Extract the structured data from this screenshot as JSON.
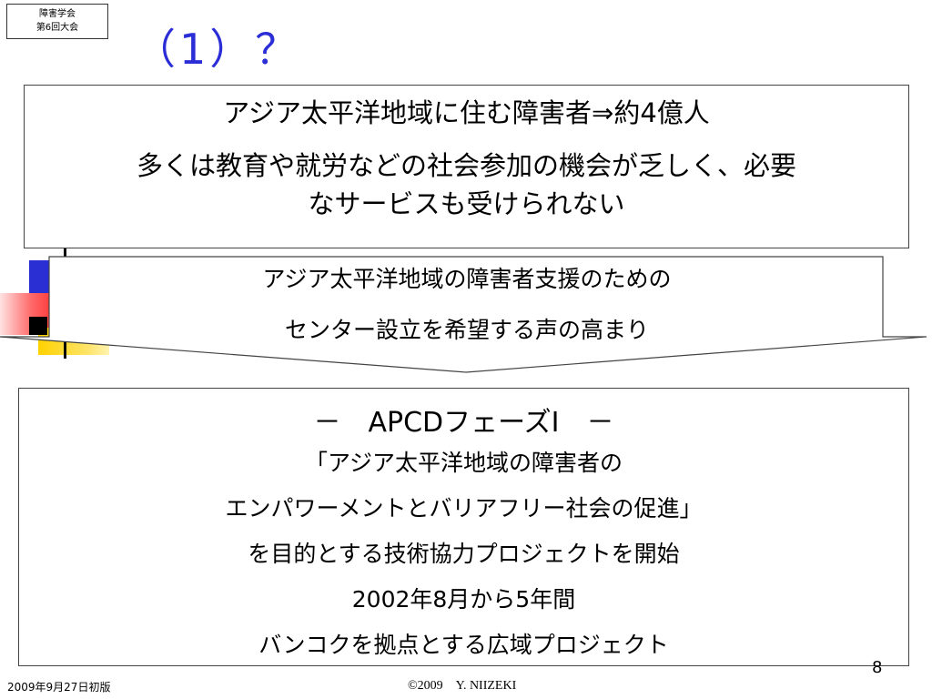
{
  "stamp": {
    "line1": "障害学会",
    "line2": "第6回大会"
  },
  "title": {
    "line2": "（1）？"
  },
  "box1": {
    "line1": "アジア太平洋地域に住む障害者⇒約4億人",
    "line2a": "多くは教育や就労などの社会参加の機会が乏しく、必要",
    "line2b": "なサービスも受けられない"
  },
  "arrow": {
    "line1": "アジア太平洋地域の障害者支援のための",
    "line2": "センター設立を希望する声の高まり"
  },
  "box2": {
    "heading": "－　APCDフェーズⅠ　－",
    "lines": [
      "「アジア太平洋地域の障害者の",
      "エンパワーメントとバリアフリー社会の促進」",
      "を目的とする技術協力プロジェクトを開始",
      "2002年8月から5年間",
      "バンコクを拠点とする広域プロジェクト"
    ]
  },
  "footer": {
    "page_number": "8",
    "date": "2009年9月27日初版",
    "copyright": "©2009　Y. NIIZEKI"
  },
  "colors": {
    "title": "#2b2ed6",
    "deco_blue": "#2a2fd4",
    "deco_red": "#ff3030",
    "deco_yellow": "#ffd200"
  }
}
